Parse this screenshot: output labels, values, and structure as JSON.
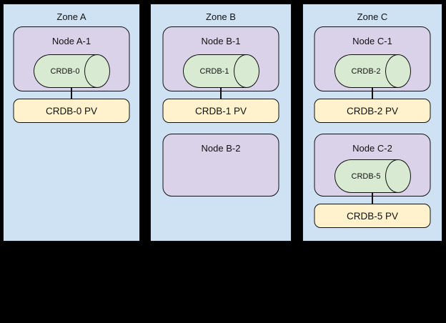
{
  "diagram": {
    "description": "Three-zone CockroachDB storage topology diagram"
  },
  "colors": {
    "zone_fill": "#cfe2f3",
    "node_fill": "#d9d2e9",
    "disk_fill": "#d9ead3",
    "pv_fill": "#fff2cc",
    "stroke": "#111111",
    "bg": "#000000"
  },
  "zones": [
    {
      "title": "Zone A",
      "nodes": [
        {
          "label": "Node A-1",
          "disk": "CRDB-0",
          "pv": "CRDB-0 PV"
        }
      ]
    },
    {
      "title": "Zone B",
      "nodes": [
        {
          "label": "Node B-1",
          "disk": "CRDB-1",
          "pv": "CRDB-1 PV"
        },
        {
          "label": "Node B-2"
        }
      ]
    },
    {
      "title": "Zone C",
      "nodes": [
        {
          "label": "Node C-1",
          "disk": "CRDB-2",
          "pv": "CRDB-2 PV"
        },
        {
          "label": "Node C-2",
          "disk": "CRDB-5",
          "pv": "CRDB-5 PV"
        }
      ]
    }
  ]
}
